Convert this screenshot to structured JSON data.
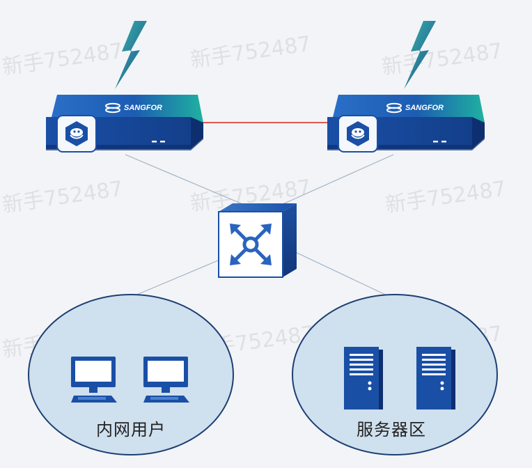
{
  "watermark_text": "新手752487",
  "devices": {
    "firewall_left": {
      "brand": "SANGFOR"
    },
    "firewall_right": {
      "brand": "SANGFOR"
    },
    "core_switch": {
      "icon": "switch-arrows-icon"
    }
  },
  "zones": {
    "internal_users": {
      "label": "内网用户",
      "icon": "monitor-icon"
    },
    "server_zone": {
      "label": "服务器区",
      "icon": "server-tower-icon"
    }
  },
  "colors": {
    "device_blue": "#1a4fa6",
    "device_dark": "#0d2f70",
    "accent_teal": "#1fb1a0",
    "link_red": "#d9251c",
    "zone_fill": "#cfe0ee",
    "zone_stroke": "#1c3f73"
  }
}
